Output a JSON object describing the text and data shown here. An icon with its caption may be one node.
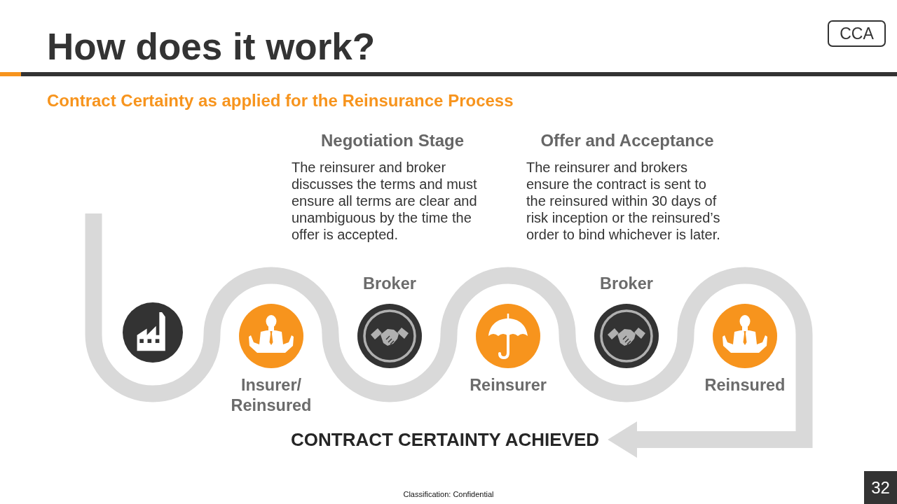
{
  "diagram": {
    "title": "How does it work?",
    "nodes": [
      {
        "text": [
          "CCA"
        ]
      },
      {
        "text": [],
        "shape": "circle"
      },
      {
        "text": [
          "Insurer/ Reinsured"
        ]
      },
      {
        "text": [
          "Broker"
        ]
      },
      {
        "text": [
          "Reinsurer"
        ]
      },
      {
        "text": [
          "Broker"
        ]
      },
      {
        "text": [
          "Reinsured"
        ]
      },
      {
        "text": [
          "CONTRACT CERTAINTY ACHIEVED"
        ]
      },
      {
        "text": [
          "32"
        ]
      }
    ],
    "edges": [
      {
        "from": null,
        "to": 7,
        "arrow": "to"
      }
    ],
    "labels": [
      "Contract Certainty as applied for the Reinsurance Process",
      "Negotiation Stage",
      "The reinsurer and broker discusses the terms and must ensure all terms are clear and unambiguous by the time the offer is accepted.",
      "Offer and Acceptance",
      "The reinsurer and brokers ensure the contract is sent to the reinsured within 30 days of risk inception or the reinsured’s order to bind whichever is later.",
      "Classification: Confidential"
    ]
  }
}
